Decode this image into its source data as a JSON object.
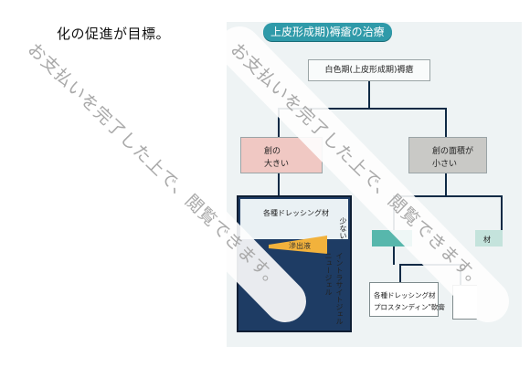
{
  "document": {
    "top_text": "化の促進が目標。"
  },
  "figure": {
    "title": "上皮形成期)褥瘡の治療",
    "root": "白色期(上皮形成期)褥瘡",
    "left_node": {
      "line1": "創の",
      "line2": "大きい"
    },
    "right_node": {
      "line1": "創の面積が",
      "line2": "小さい"
    },
    "panel": {
      "label": "各種ドレッシング材",
      "wedge_label": "滲出液",
      "scale_label": "少ない",
      "vertical_1": "イントラサイトジェル",
      "vertical_2": "ニュージェル"
    },
    "teal_right_text": "材",
    "bottom_node": {
      "line1": "各種ドレッシング材",
      "line2": "プロスタンディン\"軟膏"
    },
    "colors": {
      "title_bg": "#2f9aa9",
      "panel_bg": "#1e3c64",
      "teal": "#57b7ac",
      "wedge": "#f2b23c"
    }
  },
  "watermark": {
    "text_1": "お支払いを完了した上で、閲覧できます。",
    "text_2": "お支払いを完了した上で、閲覧できます。"
  }
}
